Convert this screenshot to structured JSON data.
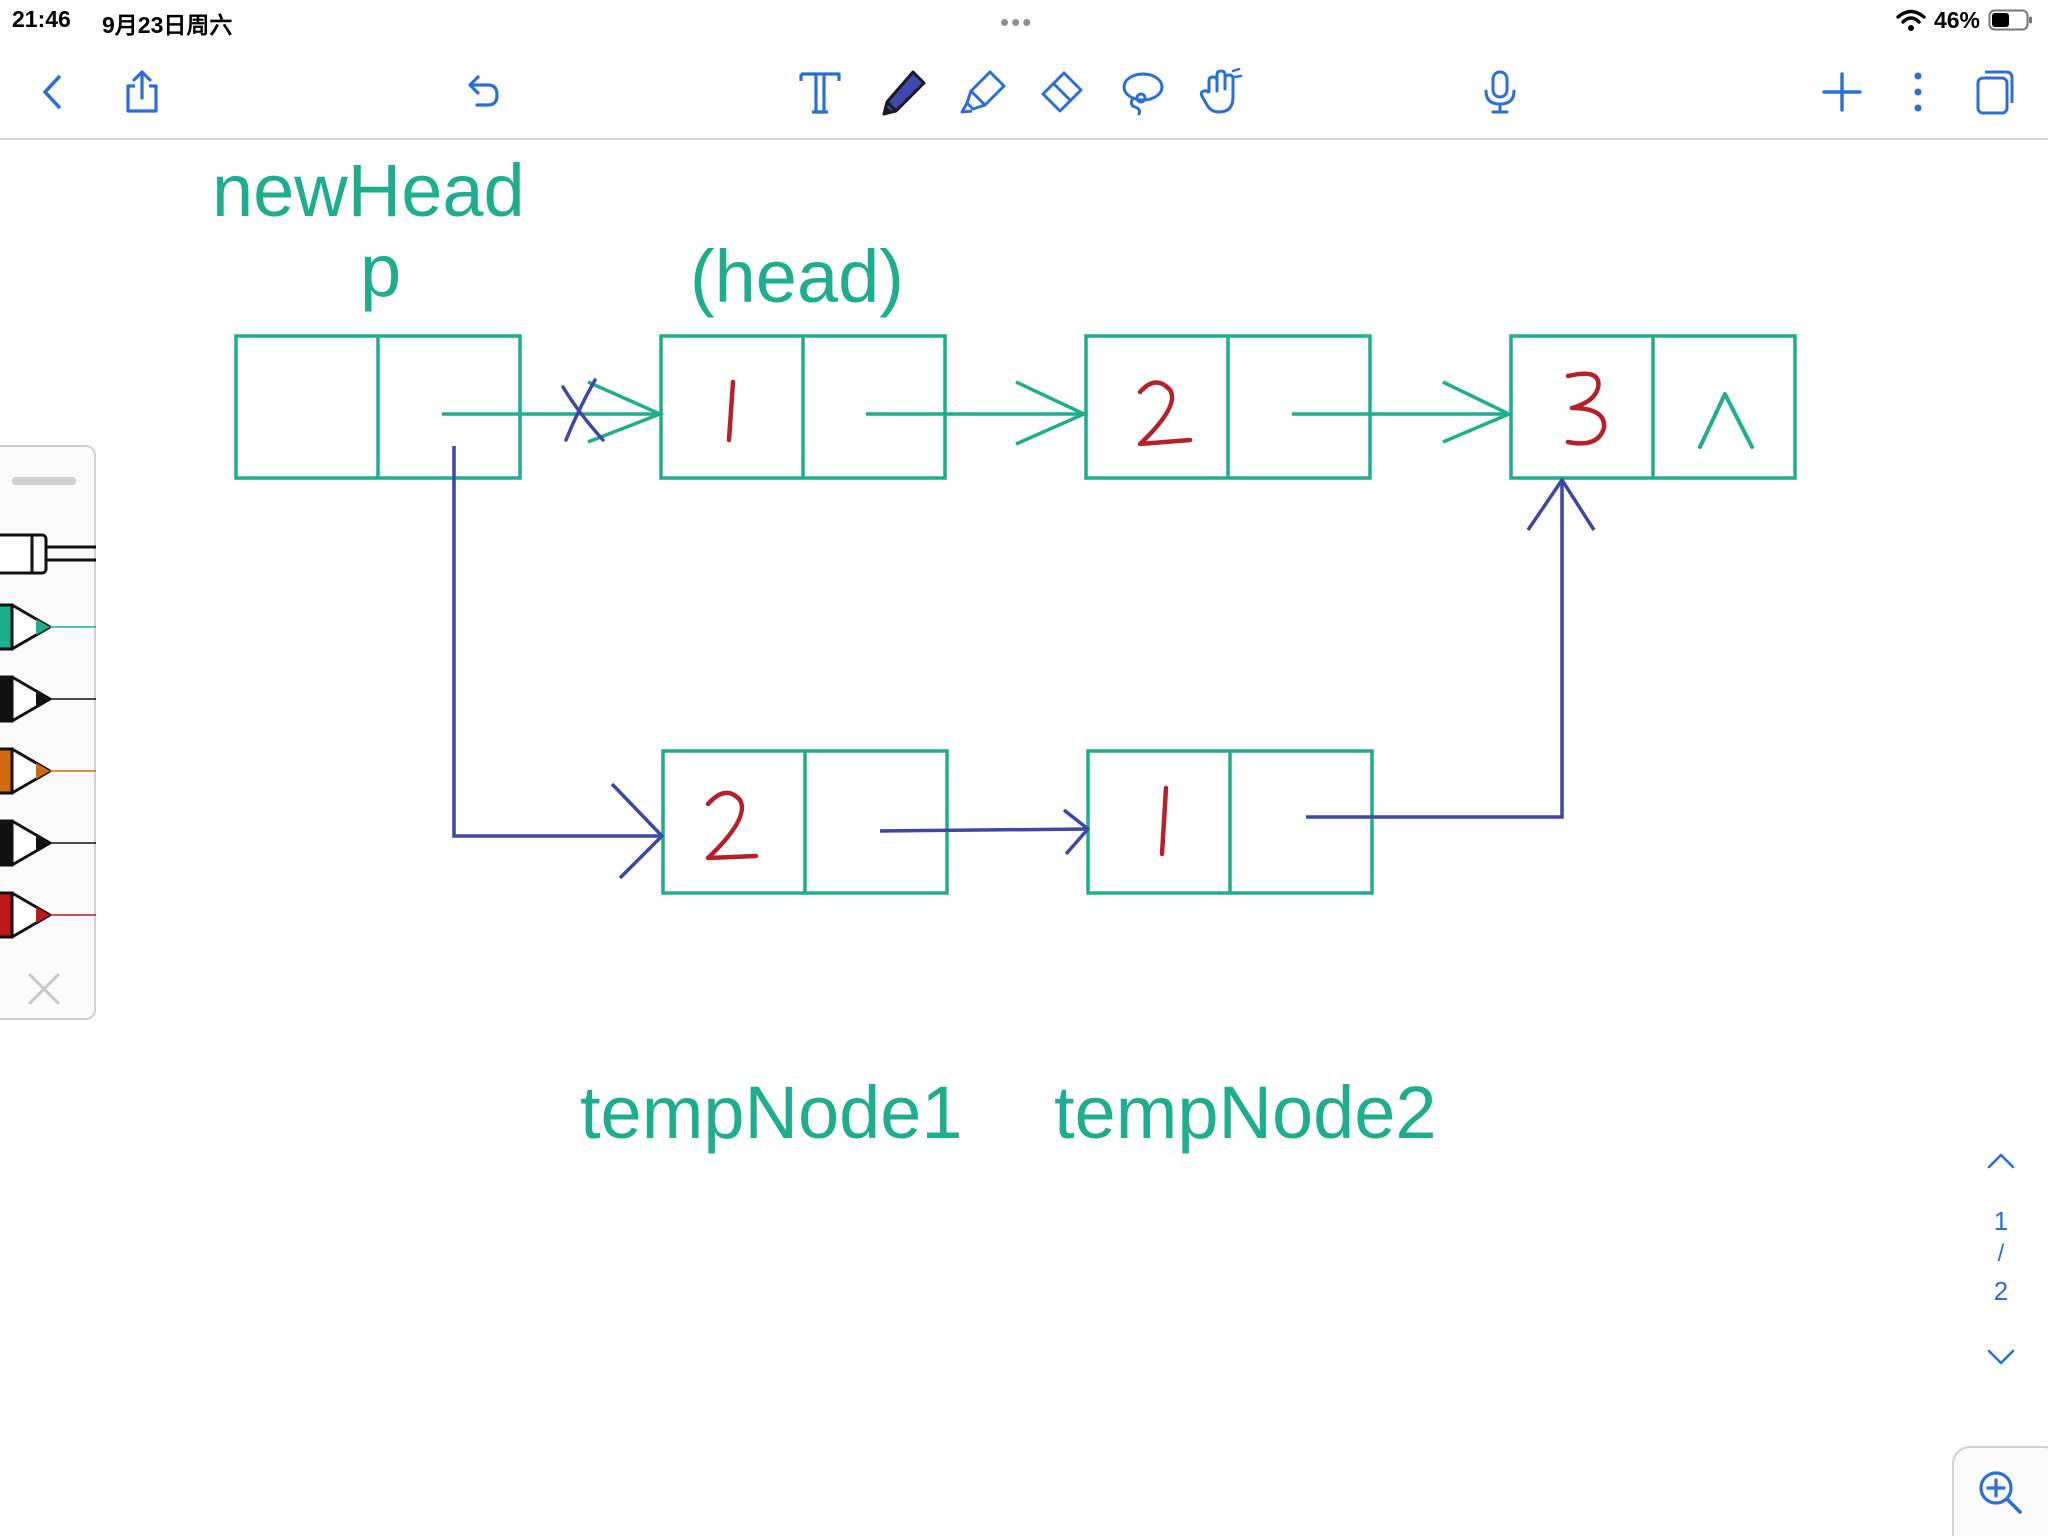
{
  "status_bar": {
    "time": "21:46",
    "date": "9月23日周六",
    "battery": "46%",
    "dots": "•••"
  },
  "toolbar": {
    "left": [
      "back-icon",
      "share-icon"
    ],
    "center": [
      "undo-icon",
      "text-tool-icon",
      "pen-tool-icon",
      "highlighter-icon",
      "eraser-icon",
      "lasso-icon",
      "hand-pointer-icon"
    ],
    "right": [
      "microphone-icon",
      "add-icon",
      "more-icon",
      "pages-icon"
    ],
    "accent": "#2b6fd6"
  },
  "diagram": {
    "labels": {
      "new_head": "newHead",
      "p": "p",
      "head": "(head)",
      "temp_node_1": "tempNode1",
      "temp_node_2": "tempNode2"
    },
    "top_row_values": [
      "1",
      "2",
      "3"
    ],
    "null_marker": "∧",
    "bottom_row_values": [
      "2",
      "1"
    ],
    "colors": {
      "box": "#1ead8d",
      "arrow": "#1ead8d",
      "value": "#b5202a",
      "new_pointer": "#3e46a6"
    }
  },
  "pen_tray": {
    "pens": [
      {
        "name": "fountain-pen-icon",
        "color": "#ffffff"
      },
      {
        "name": "teal-pen-icon",
        "color": "#1ead8d"
      },
      {
        "name": "black-pen-icon",
        "color": "#111111"
      },
      {
        "name": "orange-pen-icon",
        "color": "#d06a10"
      },
      {
        "name": "black-pen-icon-2",
        "color": "#111111"
      },
      {
        "name": "red-pen-icon",
        "color": "#c0161e"
      }
    ]
  },
  "pagination": {
    "current": "1",
    "separator": "/",
    "total": "2"
  }
}
